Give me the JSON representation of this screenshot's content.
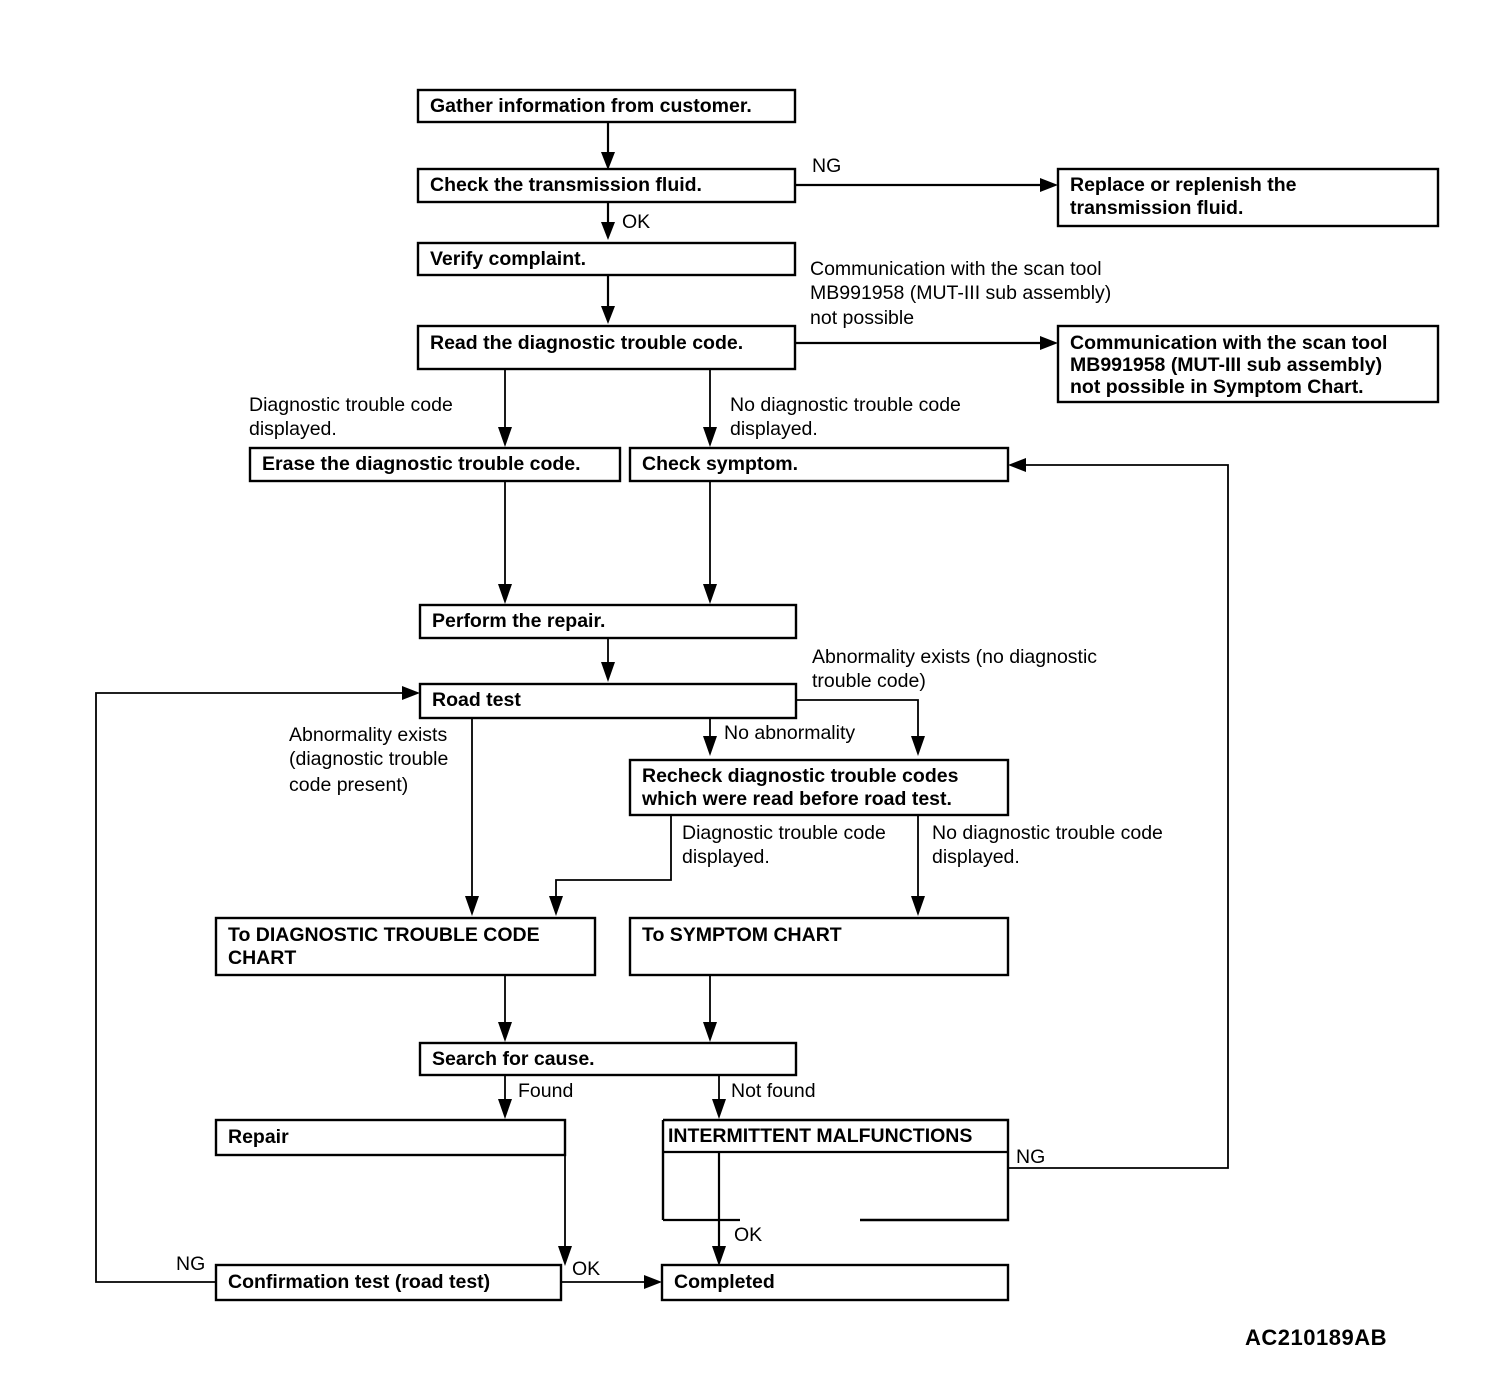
{
  "diagram": {
    "title": "Automatic transmission diagnostic troubleshooting flow chart",
    "figure_code": "AC210189AB",
    "colors": {
      "background": "#ffffff",
      "stroke": "#000000",
      "text": "#000000"
    },
    "nodes": [
      {
        "id": "gather",
        "label": "Gather information from customer.",
        "lines": [
          "Gather information from customer."
        ]
      },
      {
        "id": "check_fluid",
        "label": "Check the  transmission fluid.",
        "lines": [
          "Check the  transmission fluid."
        ]
      },
      {
        "id": "replace_fluid",
        "label": "Replace or replenish the transmission fluid.",
        "lines": [
          "Replace or replenish the",
          "transmission fluid."
        ]
      },
      {
        "id": "verify",
        "label": "Verify complaint.",
        "lines": [
          "Verify complaint."
        ]
      },
      {
        "id": "read_dtc",
        "label": "Read the diagnostic trouble code.",
        "lines": [
          "Read the diagnostic trouble code."
        ]
      },
      {
        "id": "comm_box",
        "label": "Communication with the scan tool MB991958 (MUT-III sub assembly) not possible in Symptom Chart.",
        "lines": [
          "Communication with the scan tool",
          "MB991958 (MUT-III sub assembly)",
          "not possible in Symptom Chart."
        ]
      },
      {
        "id": "erase_dtc",
        "label": "Erase the diagnostic trouble code.",
        "lines": [
          "Erase the diagnostic trouble code."
        ]
      },
      {
        "id": "check_symptom",
        "label": "Check symptom.",
        "lines": [
          "Check symptom."
        ]
      },
      {
        "id": "perform",
        "label": "Perform the repair.",
        "lines": [
          "Perform the repair."
        ]
      },
      {
        "id": "road_test",
        "label": "Road test",
        "lines": [
          "Road test"
        ]
      },
      {
        "id": "recheck",
        "label": "Recheck diagnostic trouble codes which were read before road test.",
        "lines": [
          "Recheck diagnostic trouble codes",
          "which were read before road test."
        ]
      },
      {
        "id": "to_dtc_chart",
        "label": "To DIAGNOSTIC TROUBLE CODE CHART",
        "lines": [
          "To DIAGNOSTIC TROUBLE CODE",
          "CHART"
        ]
      },
      {
        "id": "to_sym_chart",
        "label": "To SYMPTOM CHART",
        "lines": [
          "To SYMPTOM CHART"
        ]
      },
      {
        "id": "search",
        "label": "Search for cause.",
        "lines": [
          "Search for cause."
        ]
      },
      {
        "id": "repair",
        "label": "Repair",
        "lines": [
          "Repair"
        ]
      },
      {
        "id": "intermittent",
        "label": "INTERMITTENT MALFUNCTIONS",
        "lines": [
          "INTERMITTENT MALFUNCTIONS"
        ]
      },
      {
        "id": "confirm_test",
        "label": "Confirmation test (road test)",
        "lines": [
          "Confirmation test (road test)"
        ]
      },
      {
        "id": "completed",
        "label": "Completed",
        "lines": [
          "Completed"
        ]
      }
    ],
    "edge_labels": [
      {
        "id": "lbl_ng_fluid",
        "lines": [
          "NG"
        ]
      },
      {
        "id": "lbl_ok_fluid",
        "lines": [
          "OK"
        ]
      },
      {
        "id": "lbl_comm_note",
        "lines": [
          "Communication with the scan tool",
          "MB991958 (MUT-III sub assembly)",
          "not possible"
        ]
      },
      {
        "id": "lbl_dtc_displayed",
        "lines": [
          "Diagnostic trouble code",
          "displayed."
        ]
      },
      {
        "id": "lbl_no_dtc_displayed",
        "lines": [
          "No diagnostic trouble code",
          "displayed."
        ]
      },
      {
        "id": "lbl_abn_no_dtc",
        "lines": [
          "Abnormality exists (no diagnostic",
          "trouble code)"
        ]
      },
      {
        "id": "lbl_no_abnormality",
        "lines": [
          "No abnormality"
        ]
      },
      {
        "id": "lbl_abn_dtc",
        "lines": [
          "Abnormality exists",
          "(diagnostic trouble",
          "code present)"
        ]
      },
      {
        "id": "lbl_dtc_displayed2",
        "lines": [
          "Diagnostic trouble code",
          "displayed."
        ]
      },
      {
        "id": "lbl_no_dtc_displayed2",
        "lines": [
          "No diagnostic trouble code",
          "displayed."
        ]
      },
      {
        "id": "lbl_found",
        "lines": [
          "Found"
        ]
      },
      {
        "id": "lbl_not_found",
        "lines": [
          "Not found"
        ]
      },
      {
        "id": "lbl_ng_intermittent",
        "lines": [
          "NG"
        ]
      },
      {
        "id": "lbl_ok_intermittent",
        "lines": [
          "OK"
        ]
      },
      {
        "id": "lbl_ng_confirm",
        "lines": [
          "NG"
        ]
      },
      {
        "id": "lbl_ok_confirm",
        "lines": [
          "OK"
        ]
      }
    ]
  }
}
